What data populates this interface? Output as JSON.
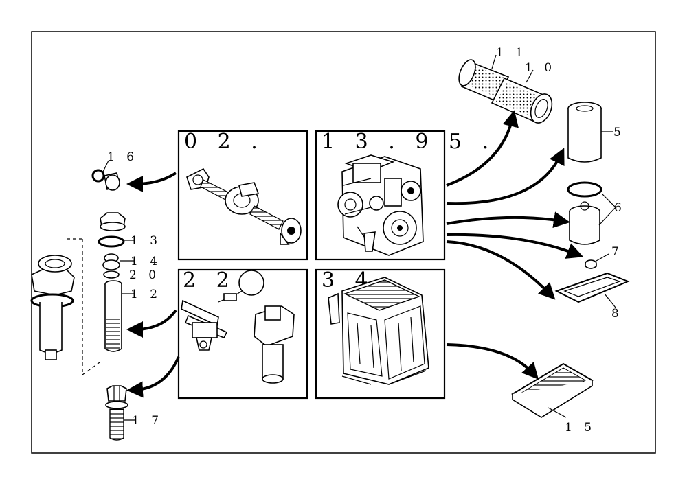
{
  "groups": [
    {
      "id": "axle",
      "label": "0 2 ."
    },
    {
      "id": "engine",
      "label": "1 3 . 9 5 ."
    },
    {
      "id": "hydraulic",
      "label": "2 2 ."
    },
    {
      "id": "cab",
      "label": "3 4"
    }
  ],
  "callouts": {
    "c11": "1 1",
    "c10": "1 0",
    "c5": "5",
    "c6": "6",
    "c7": "7",
    "c8": "8",
    "c15": "1 5",
    "c16": "1 6",
    "c13": "1 3",
    "c14": "1 4",
    "c20": "2 0",
    "c12": "1 2",
    "c17": "1 7"
  }
}
